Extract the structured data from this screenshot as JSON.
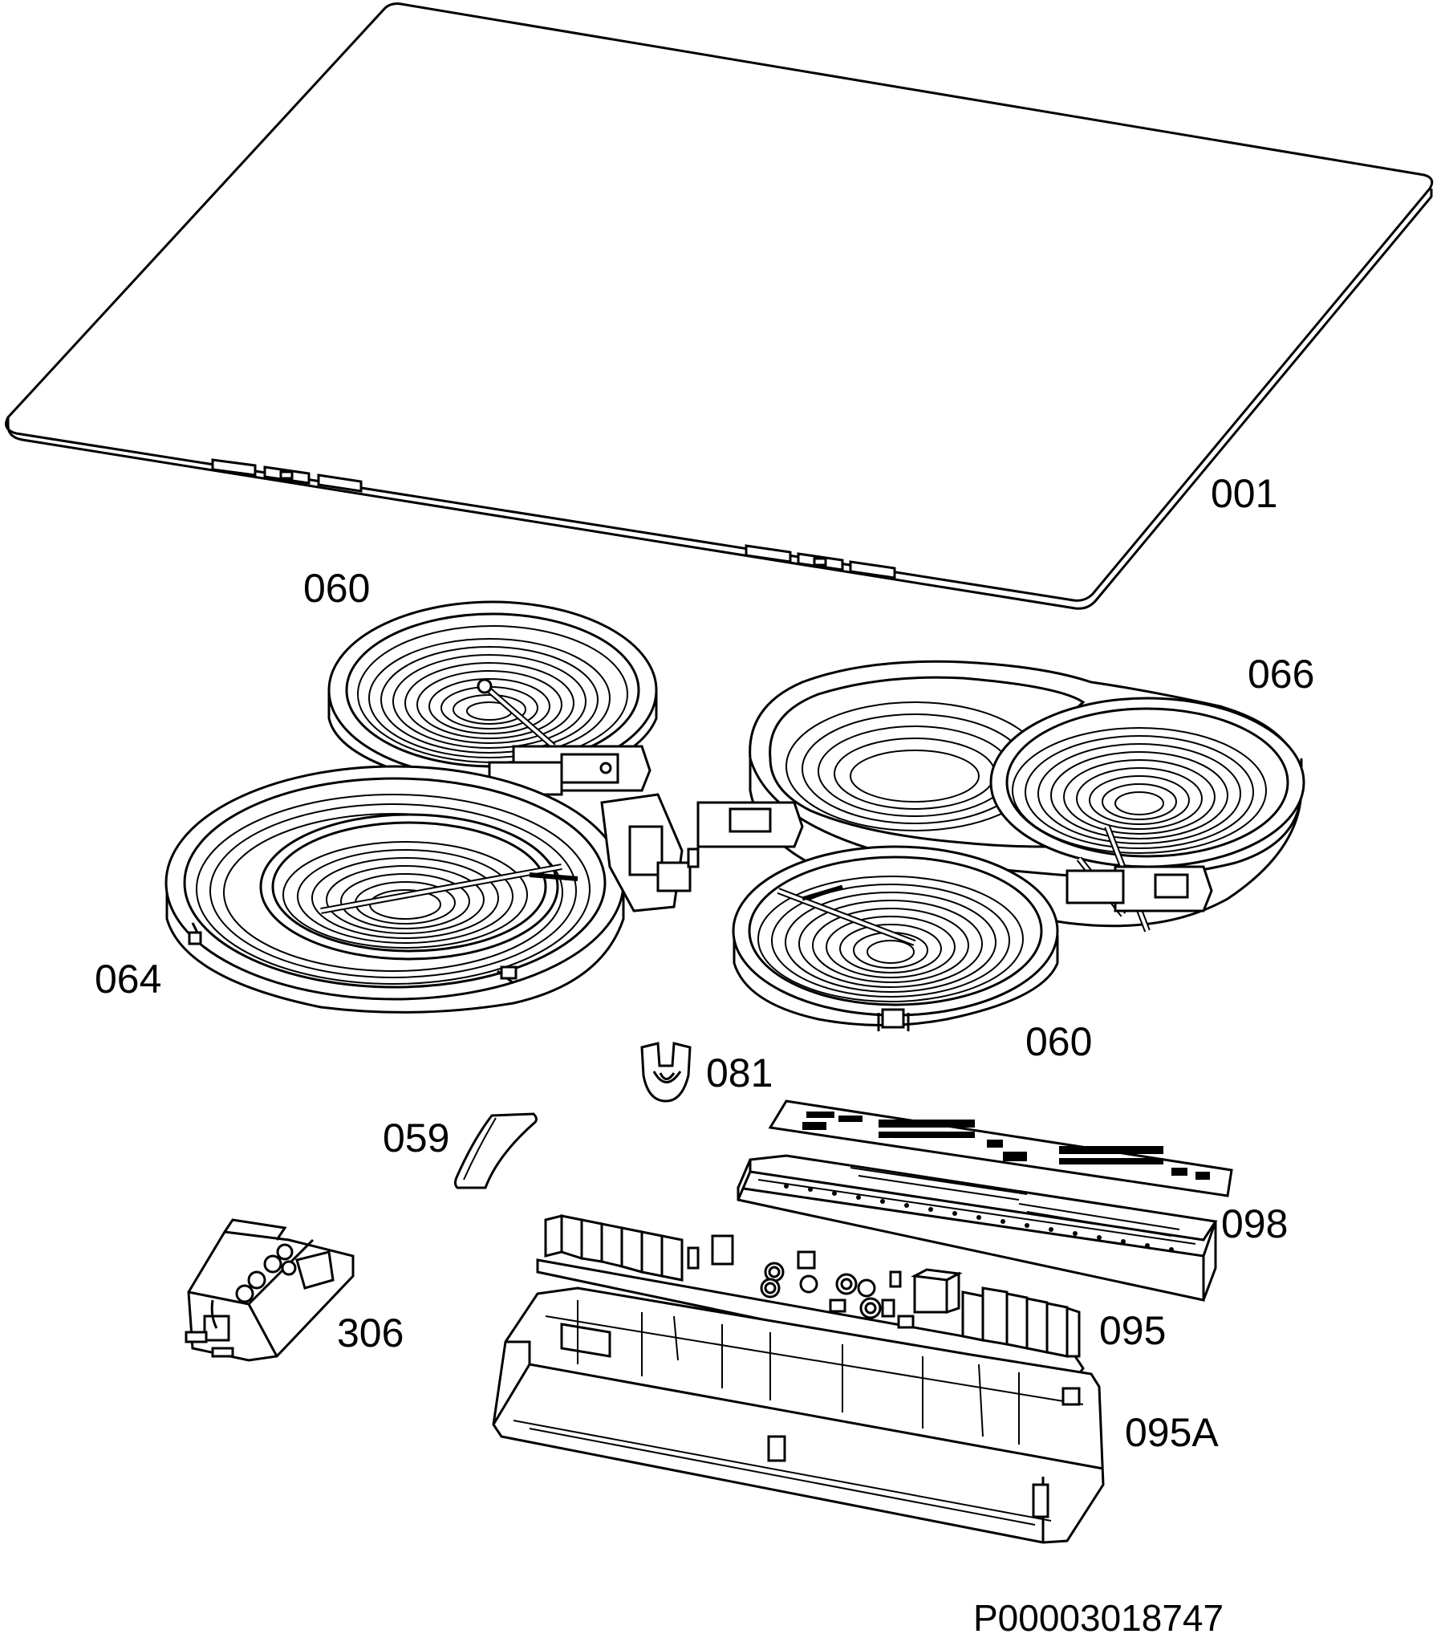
{
  "diagram": {
    "parts": [
      {
        "id": "p001",
        "label": "001",
        "name": "glass ceramic hob top"
      },
      {
        "id": "p060a",
        "label": "060",
        "name": "radiant heater (small)"
      },
      {
        "id": "p066",
        "label": "066",
        "name": "oval dual radiant heater"
      },
      {
        "id": "p064",
        "label": "064",
        "name": "dual circuit radiant heater"
      },
      {
        "id": "p060b",
        "label": "060",
        "name": "radiant heater (small)"
      },
      {
        "id": "p081",
        "label": "081",
        "name": "clip"
      },
      {
        "id": "p059",
        "label": "059",
        "name": "spacer strip"
      },
      {
        "id": "p098",
        "label": "098",
        "name": "touch control board"
      },
      {
        "id": "p095",
        "label": "095",
        "name": "power board"
      },
      {
        "id": "p306",
        "label": "306",
        "name": "terminal block"
      },
      {
        "id": "p095A",
        "label": "095A",
        "name": "board housing"
      }
    ],
    "reference_code": "P00003018747"
  },
  "colors": {
    "line": "#000000",
    "fill": "#ffffff",
    "shade": "#d9d9d9"
  }
}
